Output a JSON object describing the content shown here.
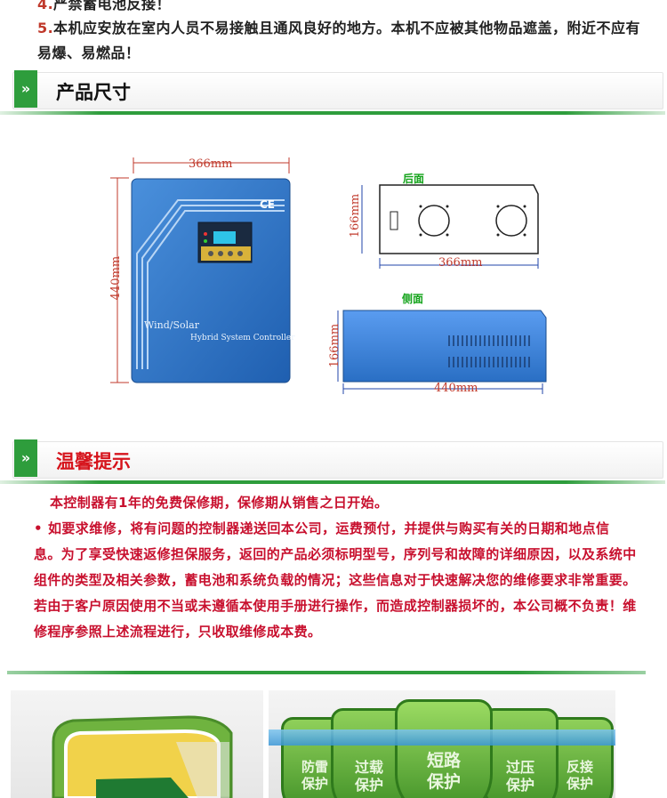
{
  "notes": [
    {
      "num": "4.",
      "text": "严禁蓄电池反接！"
    },
    {
      "num": "5.",
      "text": "本机应安放在室内人员不易接触且通风良好的地方。本机不应被其他物品遮盖，附近不应有易爆、易燃品！"
    }
  ],
  "sections": {
    "size_title": "产品尺寸",
    "tips_title": "温馨提示",
    "chevron": "»"
  },
  "product": {
    "dim_width": "366mm",
    "dim_height": "440mm",
    "label_line1": "Wind/Solar",
    "label_line2": "Hybrid System Controller",
    "ce_mark": "CE"
  },
  "back_view": {
    "label": "后面",
    "dim_height": "166mm",
    "dim_width": "366mm"
  },
  "side_view": {
    "label": "侧面",
    "dim_height": "166mm",
    "dim_width": "440mm"
  },
  "warranty": {
    "line1": "本控制器有1年的免费保修期，保修期从销售之日开始。",
    "bullet": "•",
    "para": "如要求维修，将有问题的控制器递送回本公司，运费预付，并提供与购买有关的日期和地点信息。为了享受快速返修担保服务，返回的产品必须标明型号，序列号和故障的详细原因，以及系统中组件的类型及相关参数，蓄电池和系统负载的情况；这些信息对于快速解决您的维修要求非常重要。若由于客户原因使用不当或未遵循本使用手册进行操作，而造成控制器损坏的，本公司概不负责！维修程序参照上述流程进行，只收取维修成本费。"
  },
  "shields": [
    {
      "line1": "防雷",
      "line2": "保护"
    },
    {
      "line1": "过载",
      "line2": "保护"
    },
    {
      "line1": "短路",
      "line2": "保护"
    },
    {
      "line1": "过压",
      "line2": "保护"
    },
    {
      "line1": "反接",
      "line2": "保护"
    }
  ],
  "colors": {
    "accent_green": "#2e9d3c",
    "warning_red": "#c8102e",
    "device_blue": "#2a6fc4"
  }
}
